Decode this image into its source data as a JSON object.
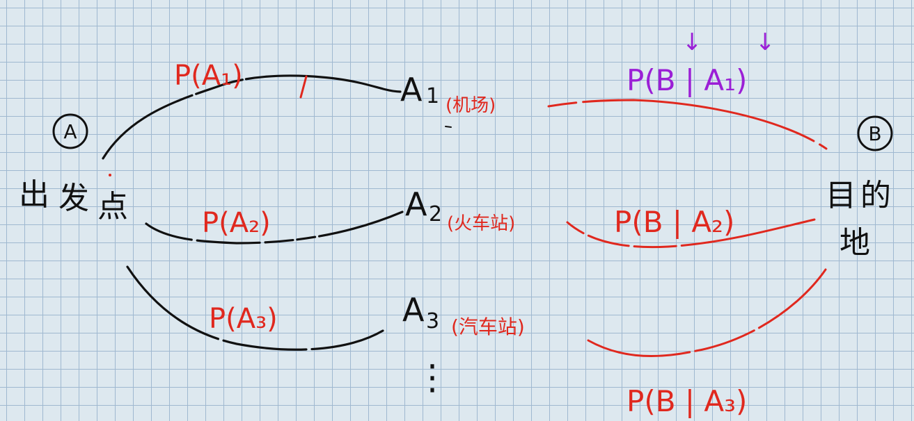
{
  "colors": {
    "ink": "#111111",
    "red": "#e0281e",
    "purple": "#9b1fd6",
    "grid": "#9fb8d0",
    "paper": "#dde8ef"
  },
  "start": {
    "circle": "A",
    "label_chars": [
      "出",
      "发",
      "点"
    ]
  },
  "end": {
    "circle": "B",
    "label_chars": [
      "目",
      "的",
      "地"
    ]
  },
  "nodes": [
    {
      "name": "A",
      "sub": "1",
      "place": "(机场)"
    },
    {
      "name": "A",
      "sub": "2",
      "place": "(火车站)"
    },
    {
      "name": "A",
      "sub": "3",
      "place": "(汽车站)"
    }
  ],
  "probabilities": {
    "p_a1": "P(A₁)",
    "p_a2": "P(A₂)",
    "p_a3": "P(A₃)",
    "p_b_a1": "P(B | A₁)",
    "p_b_a2": "P(B | A₂)",
    "p_b_a3": "P(B | A₃)"
  },
  "ellipsis": "⋮",
  "arrow_glyph": "↓"
}
